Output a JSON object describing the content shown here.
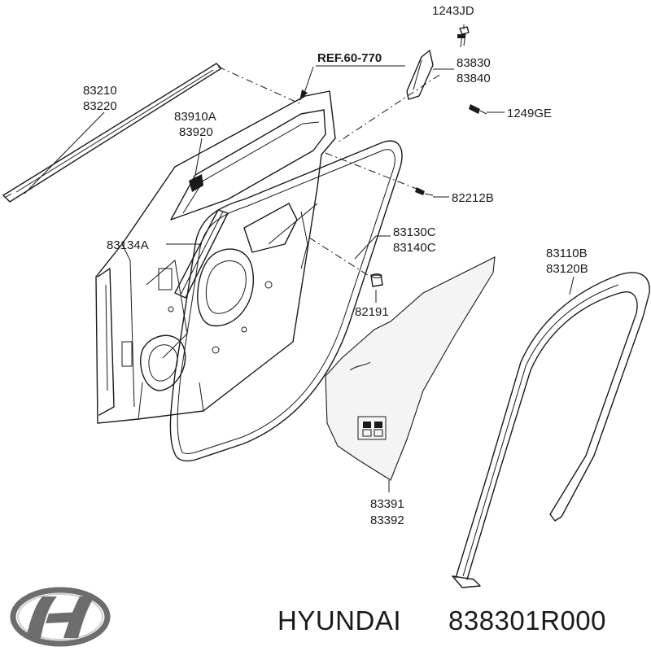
{
  "diagram": {
    "ref_label": "REF.60-770",
    "part_labels": {
      "p1243jd": "1243JD",
      "p83830": "83830",
      "p83840": "83840",
      "p1249ge": "1249GE",
      "p83210": "83210",
      "p83220": "83220",
      "p83910a": "83910A",
      "p83920": "83920",
      "p82212b": "82212B",
      "p83134a": "83134A",
      "p83130c": "83130C",
      "p83140c": "83140C",
      "p83110b": "83110B",
      "p83120b": "83120B",
      "p82191": "82191",
      "p83391": "83391",
      "p83392": "83392"
    }
  },
  "footer": {
    "brand": "HYUNDAI",
    "part_number": "838301R000",
    "logo_icon": "hyundai-logo-icon"
  }
}
